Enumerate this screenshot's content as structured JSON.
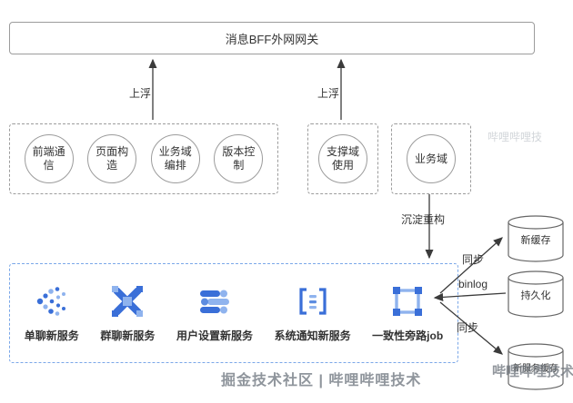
{
  "gateway": {
    "label": "消息BFF外网网关"
  },
  "labels": {
    "float_left": "上浮",
    "float_right": "上浮",
    "refactor": "沉淀重构",
    "sync_top": "同步",
    "binlog": "binlog",
    "sync_bottom": "同步"
  },
  "capability_group": {
    "items": [
      {
        "label": "前端通信"
      },
      {
        "label": "页面构造"
      },
      {
        "label": "业务域编排"
      },
      {
        "label": "版本控制"
      }
    ]
  },
  "support_group": {
    "items": [
      {
        "label": "支撑域使用"
      }
    ]
  },
  "business_group": {
    "items": [
      {
        "label": "业务域"
      }
    ]
  },
  "services": {
    "items": [
      {
        "label": "单聊新服务",
        "icon": "chat-flow-icon"
      },
      {
        "label": "群聊新服务",
        "icon": "group-cluster-icon"
      },
      {
        "label": "用户设置新服务",
        "icon": "settings-sliders-icon"
      },
      {
        "label": "系统通知新服务",
        "icon": "notice-list-icon"
      },
      {
        "label": "一致性旁路job",
        "icon": "consistency-frame-icon"
      }
    ]
  },
  "databases": {
    "items": [
      {
        "label": "新缓存"
      },
      {
        "label": "持久化"
      },
      {
        "label": "新服务缓存"
      }
    ]
  },
  "watermarks": {
    "bottom": "掘金技术社区 | 哔哩哔哩技术",
    "top_right": "哔哩哔哩技",
    "bottom_right": "哔哩哔哩技术"
  },
  "colors": {
    "line": "#4a4a4a",
    "box_border": "#9c9c9c",
    "services_border": "#7aa7e8",
    "blue_dark": "#3a6fd8",
    "blue_mid": "#5d8ce0",
    "blue_light": "#8fb3ee"
  }
}
